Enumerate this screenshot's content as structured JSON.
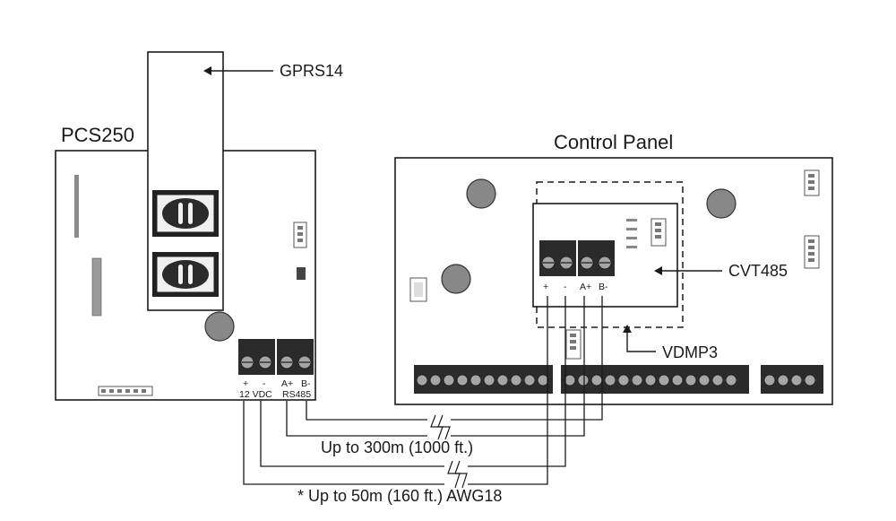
{
  "labels": {
    "gprs": "GPRS14",
    "pcs": "PCS250",
    "control_panel": "Control Panel",
    "cvt": "CVT485",
    "vdmp": "VDMP3",
    "cable_rs485": "Up to 300m (1000 ft.)",
    "cable_power": "* Up to 50m (160 ft.) AWG18"
  },
  "pcs_terminals": {
    "plus": "+",
    "minus": "-",
    "a_plus": "A+",
    "b_minus": "B-",
    "vdc": "12 VDC",
    "rs485": "RS485"
  },
  "cvt_terminals": {
    "plus": "+",
    "minus": "-",
    "a_plus": "A+",
    "b_minus": "B-"
  },
  "colors": {
    "line": "#1a1a1a",
    "terminal_block": "#2b2b2b",
    "screw": "#9a9a9a",
    "component": "#8a8a8a"
  }
}
